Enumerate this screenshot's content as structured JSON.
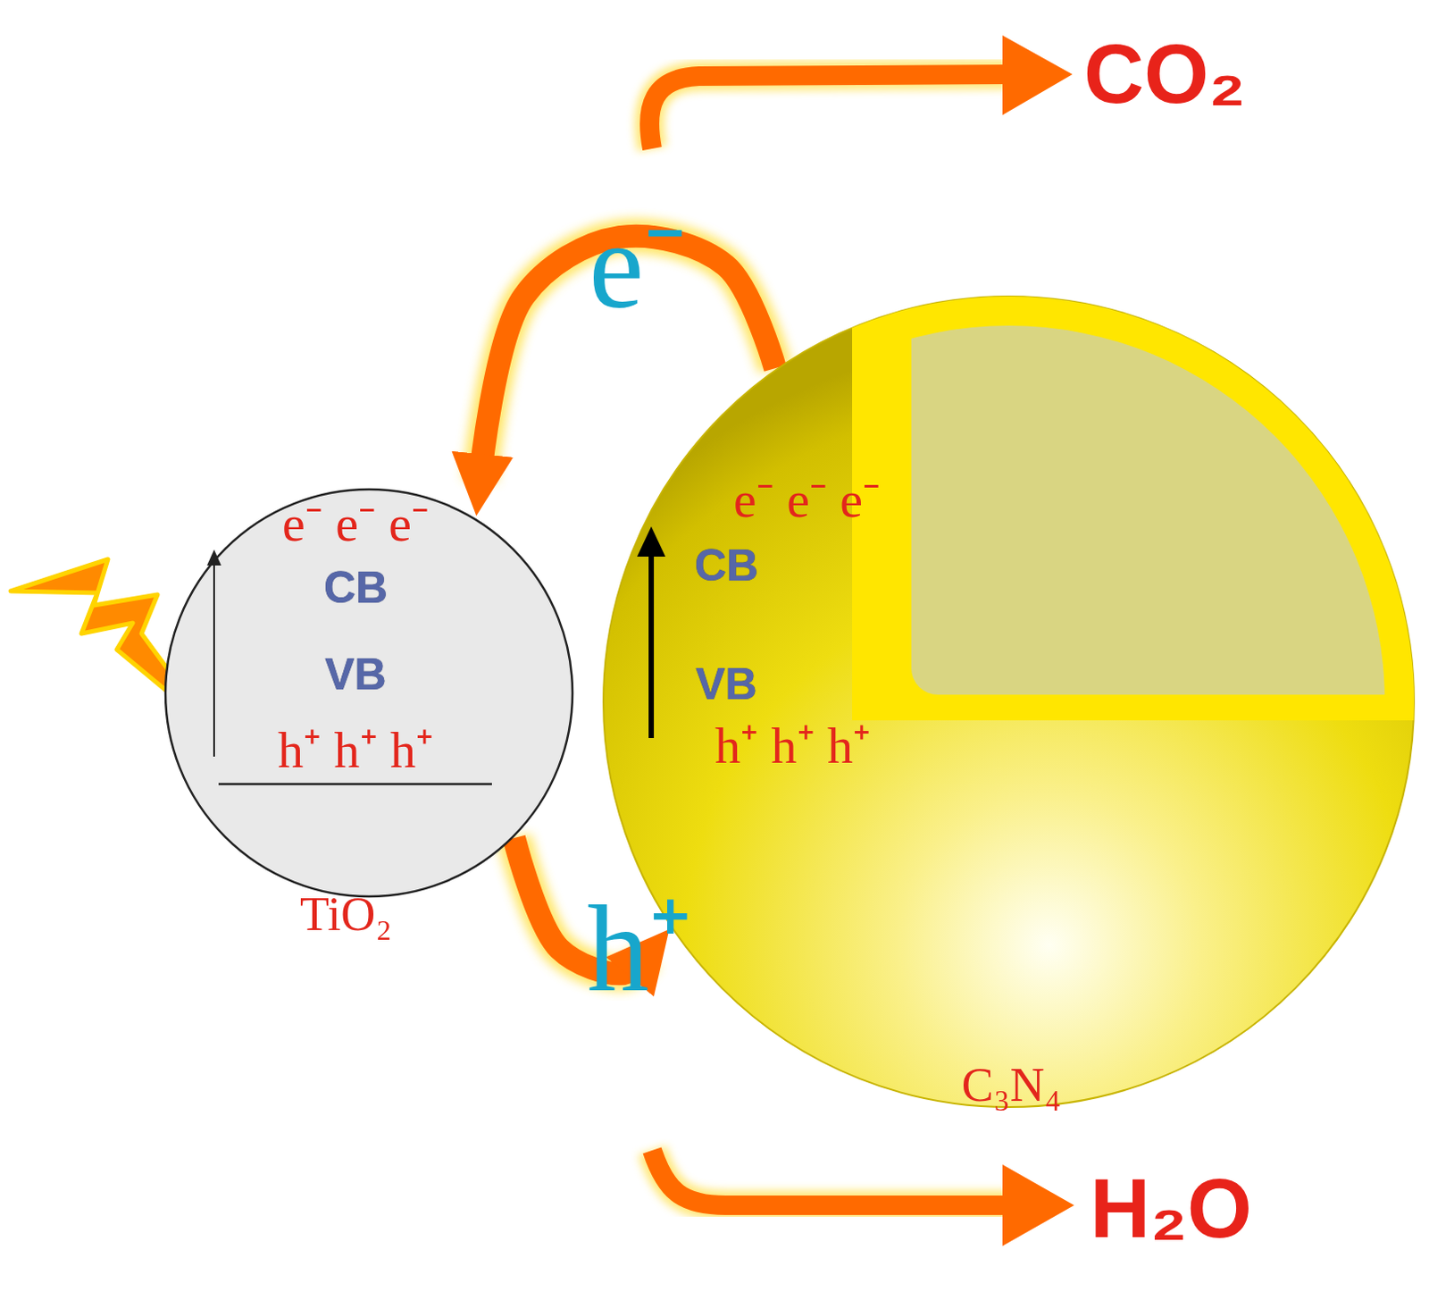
{
  "diagram": {
    "nodes": [
      {
        "text": [
          "e⁻ e⁻ e⁻",
          "CB",
          "VB",
          "h⁺ h⁺ h⁺",
          "TiO₂"
        ]
      },
      {
        "text": [
          "e⁻ e⁻ e⁻",
          "CB",
          "VB",
          "h⁺ h⁺ h⁺",
          "C₃N₄"
        ]
      }
    ],
    "edges": [
      {
        "from": 1,
        "to": 0,
        "label": "e⁻",
        "arrow": "to"
      },
      {
        "from": 0,
        "to": 1,
        "label": "h⁺",
        "arrow": "to"
      }
    ],
    "labels": [
      "CO₂",
      "H₂O"
    ]
  }
}
